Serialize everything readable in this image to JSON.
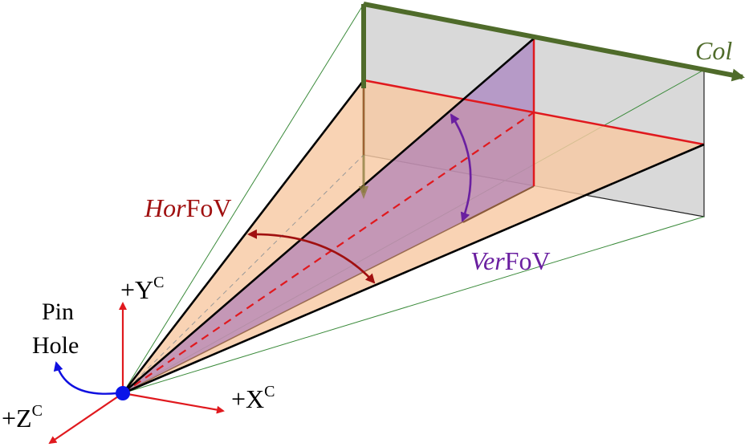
{
  "labels": {
    "col": "Col",
    "hor_fov_italic": "Hor",
    "hor_fov_rest": "FoV",
    "ver_fov_italic": "Ver",
    "ver_fov_rest": "FoV",
    "pin_hole_line1": "Pin",
    "pin_hole_line2": "Hole",
    "axis_y": "+Y",
    "axis_x": "+X",
    "axis_z": "+Z",
    "axis_superscript": "C"
  },
  "colors": {
    "image_plane": "#d9d9d9",
    "horizontal_fov_fill": "#f8c9a4",
    "vertical_fov_fill": "#9966b8",
    "col_axis": "#4f6b2a",
    "red": "#e0191e",
    "dark_red": "#a01010",
    "purple": "#6a1fa0",
    "blue": "#1010e0",
    "pinhole": "#0a14e8"
  },
  "icons": {
    "pinhole": "filled-circle-icon",
    "pin_hole_pointer": "curved-arrow-icon"
  }
}
